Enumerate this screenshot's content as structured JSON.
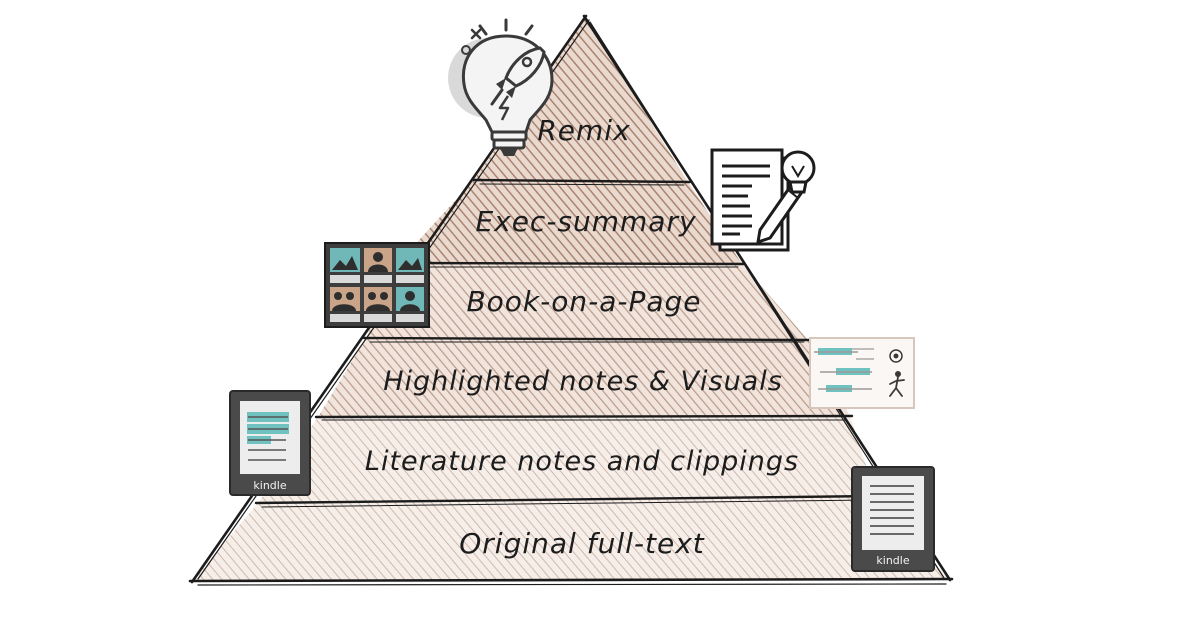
{
  "pyramid": {
    "levels": [
      {
        "label": "Remix"
      },
      {
        "label": "Exec-summary"
      },
      {
        "label": "Book-on-a-Page"
      },
      {
        "label": "Highlighted notes & Visuals"
      },
      {
        "label": "Literature notes and clippings"
      },
      {
        "label": "Original full-text"
      }
    ]
  },
  "icons": {
    "top": "lightbulb-rocket-icon",
    "exec": "document-pencil-lightbulb-icon",
    "book": "photo-grid-icon",
    "highlight": "highlighted-notes-icon",
    "literature": "kindle-icon",
    "original": "kindle-icon"
  },
  "kindle_brand": "kindle",
  "colors": {
    "fill": "#c7ab9b",
    "ink": "#1c1c1c",
    "highlight": "#4fb3b0",
    "device": "#4a4a4a"
  }
}
